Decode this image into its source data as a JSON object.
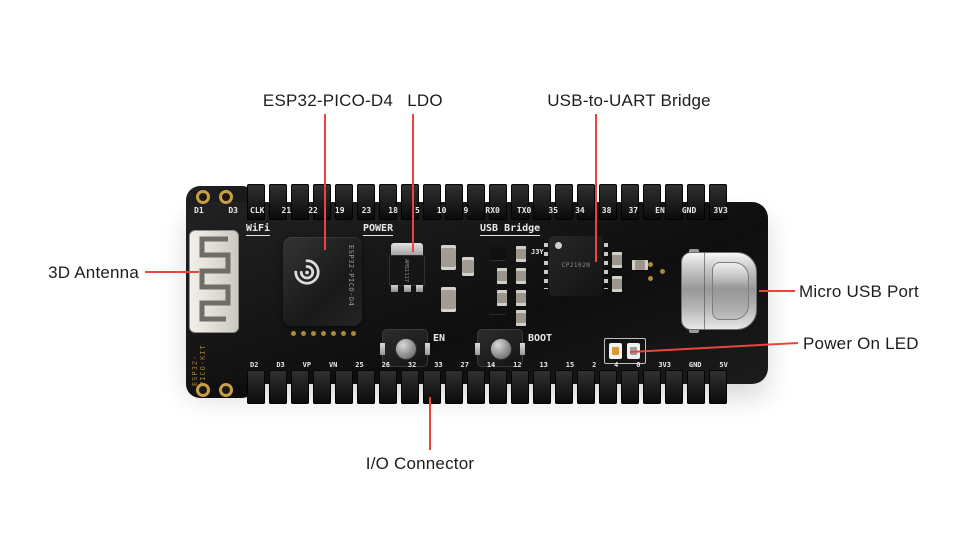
{
  "colors": {
    "callout": "#e8453c",
    "pcb": "#141414",
    "label_text": "#1d1d1f",
    "silkscreen": "#e8e8e8",
    "gold": "#c79f45"
  },
  "callouts": {
    "esp32": {
      "label": "ESP32-PICO-D4"
    },
    "ldo": {
      "label": "LDO"
    },
    "usb_uart": {
      "label": "USB-to-UART Bridge"
    },
    "antenna": {
      "label": "3D Antenna"
    },
    "micro_usb": {
      "label": "Micro USB Port"
    },
    "power_led": {
      "label": "Power On LED"
    },
    "io_connector": {
      "label": "I/O Connector"
    }
  },
  "board": {
    "silkscreen": {
      "wifi": "WiFi",
      "power": "POWER",
      "usb_bridge": "USB Bridge",
      "en": "EN",
      "boot": "BOOT",
      "j3y": "J3Y"
    },
    "corner_pins": [
      "D1",
      "D3"
    ],
    "top_pins": [
      "CLK",
      "21",
      "22",
      "19",
      "23",
      "18",
      "5",
      "10",
      "9",
      "RX0",
      "TX0",
      "35",
      "34",
      "38",
      "37",
      "EN",
      "GND",
      "3V3"
    ],
    "bottom_pins": [
      "D2",
      "D3",
      "VP",
      "VN",
      "25",
      "26",
      "32",
      "33",
      "27",
      "14",
      "12",
      "13",
      "15",
      "2",
      "4",
      "0",
      "3V3",
      "GND",
      "5V"
    ],
    "chip_marking": "ESP32-PICO-D4",
    "ldo_marking": "AMS1117",
    "bridge_marking": "CP2102N",
    "edge_marking": "ESP32-PICO-KIT"
  }
}
